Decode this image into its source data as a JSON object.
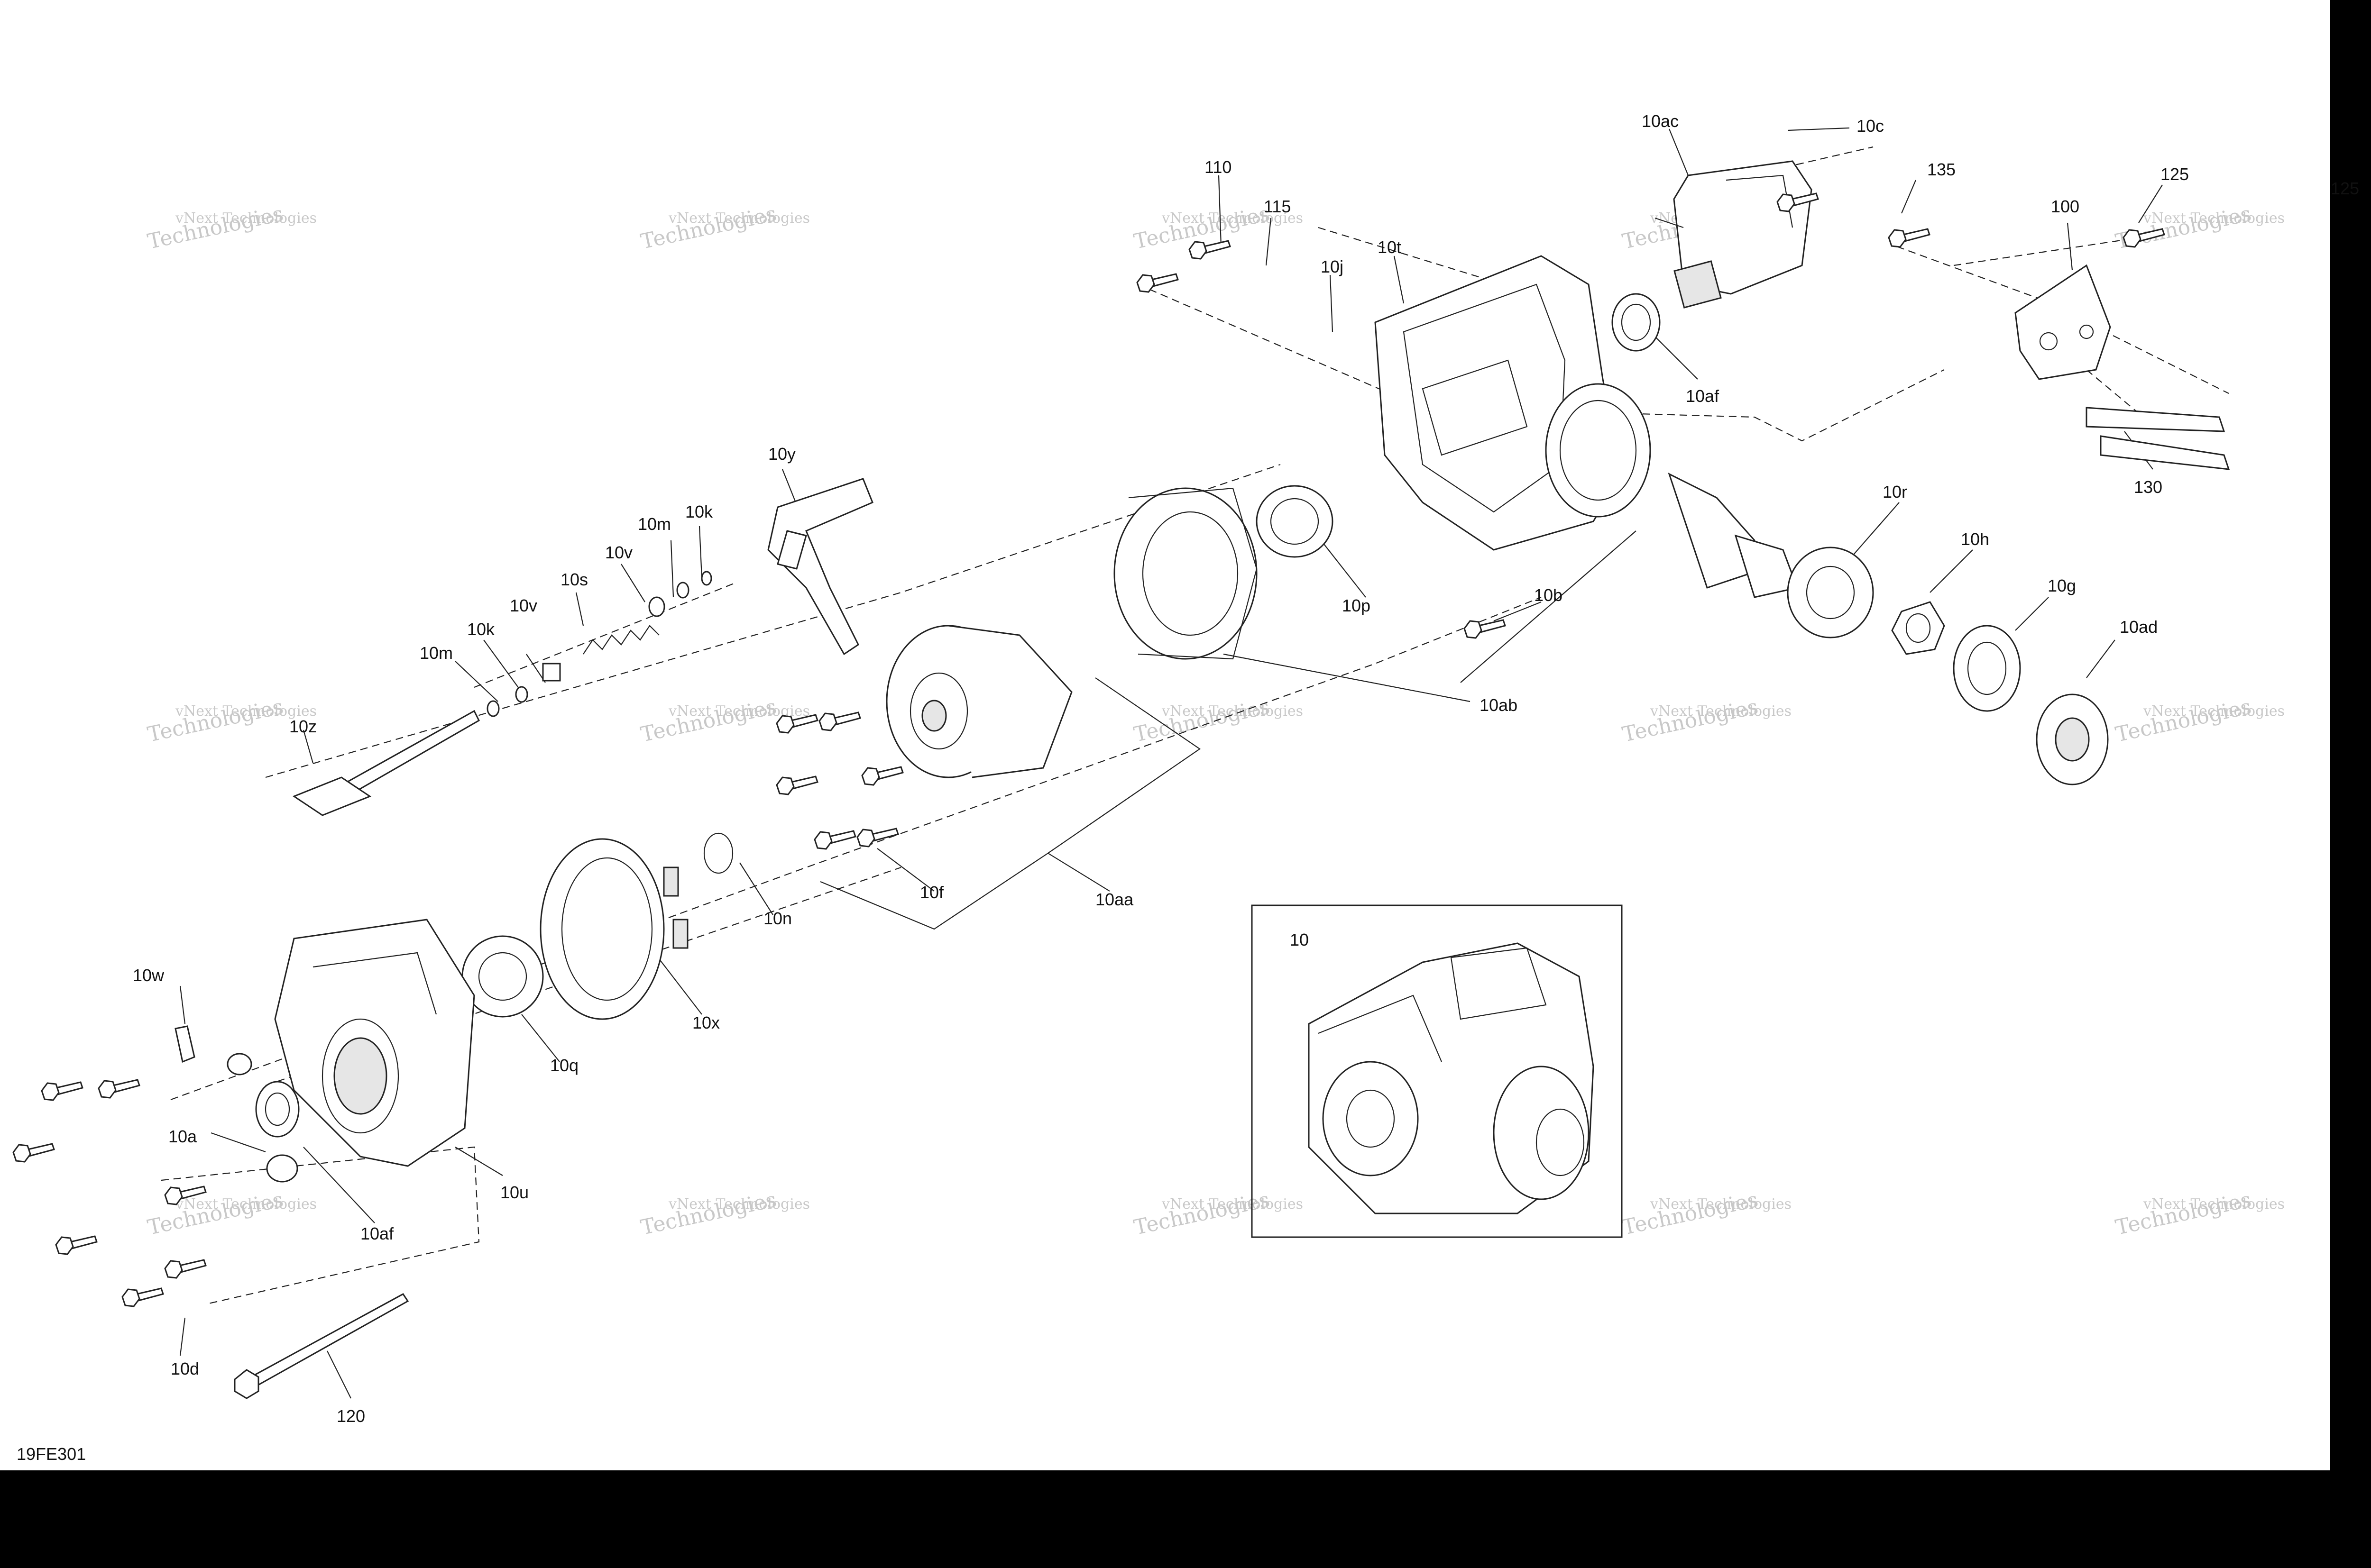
{
  "diagram": {
    "code": "19FE301",
    "callouts": [
      "10ac",
      "10c",
      "110",
      "115",
      "135",
      "125",
      "100",
      "125",
      "10t",
      "10j",
      "10af",
      "10y",
      "10m",
      "10k",
      "10v",
      "10s",
      "10r",
      "10h",
      "10g",
      "10ad",
      "10p",
      "10b",
      "10ab",
      "10m",
      "10k",
      "10v",
      "10z",
      "130",
      "10f",
      "10aa",
      "10n",
      "10",
      "10w",
      "10x",
      "10q",
      "10a",
      "10u",
      "10af",
      "10d",
      "120"
    ],
    "watermark_line1": "vNext Technologies",
    "watermark_line2": "Technologies"
  },
  "colors": {
    "background": "#ffffff",
    "ink": "#222222",
    "watermark": "#c8c8c8",
    "margin": "#000000"
  }
}
